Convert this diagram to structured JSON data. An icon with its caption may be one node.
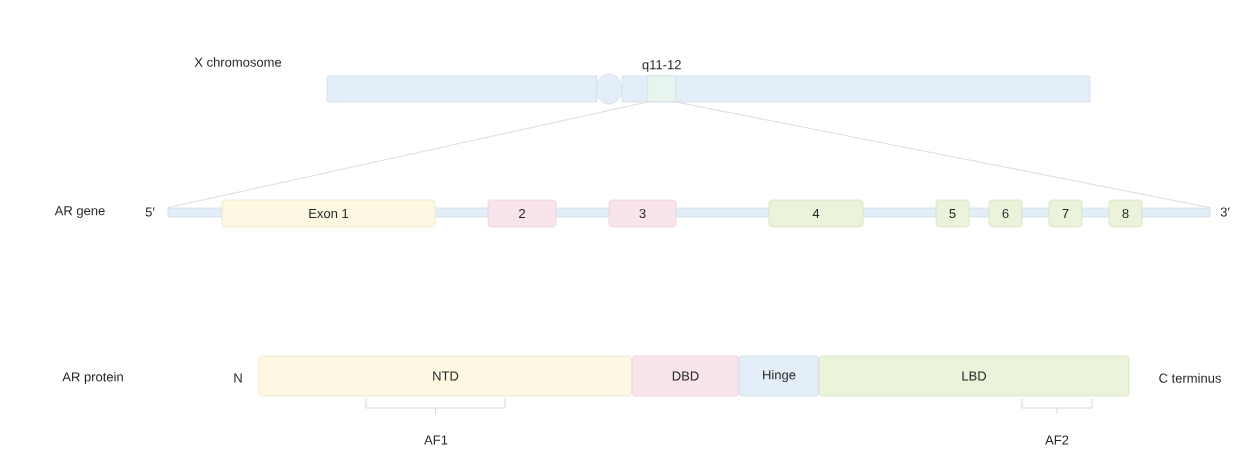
{
  "diagram": {
    "nodes": [
      {
        "text": [],
        "shape": "bar"
      },
      {
        "text": [],
        "shape": "circle"
      },
      {
        "text": [],
        "shape": "bar"
      },
      {
        "text": [
          "q11-12"
        ],
        "in": 2
      },
      {
        "text": [],
        "shape": "bar"
      },
      {
        "text": [
          "Exon 1"
        ]
      },
      {
        "text": [
          "2"
        ]
      },
      {
        "text": [
          "3"
        ]
      },
      {
        "text": [
          "4"
        ]
      },
      {
        "text": [
          "5"
        ]
      },
      {
        "text": [
          "6"
        ]
      },
      {
        "text": [
          "7"
        ]
      },
      {
        "text": [
          "8"
        ]
      },
      {
        "text": [
          "NTD"
        ]
      },
      {
        "text": [
          "DBD"
        ]
      },
      {
        "text": [
          "Hinge"
        ]
      },
      {
        "text": [
          "LBD"
        ]
      }
    ],
    "edges": [
      {
        "from": 3,
        "to": 4,
        "arrow": "none"
      },
      {
        "from": 3,
        "to": 4,
        "arrow": "none"
      }
    ],
    "labels": [
      "X chromosome",
      "AR gene",
      "5′",
      "3′",
      "AR protein",
      "N",
      "C terminus",
      "AF1",
      "AF2"
    ]
  }
}
